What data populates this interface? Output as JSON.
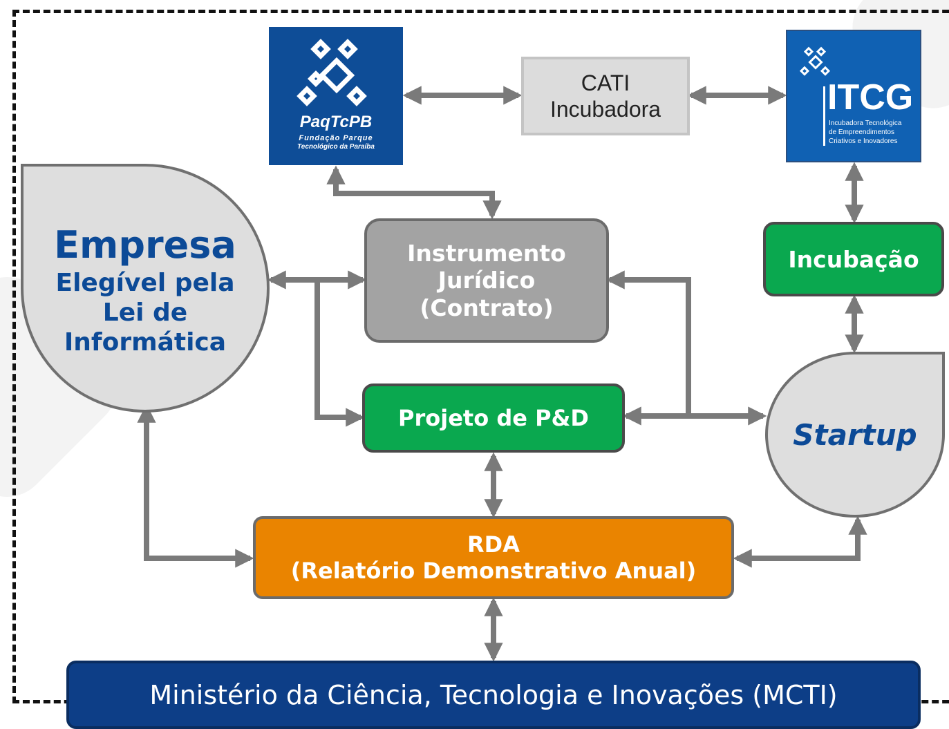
{
  "logos": {
    "paqtc": {
      "name": "PaqTcPB",
      "line1": "Fundação Parque",
      "line2": "Tecnológico da Paraíba"
    },
    "itcg": {
      "name": "ITCG",
      "line1": "Incubadora Tecnológica",
      "line2": "de Empreendimentos",
      "line3": "Criativos e Inovadores"
    }
  },
  "nodes": {
    "cati": {
      "line1": "CATI",
      "line2": "Incubadora"
    },
    "empresa": {
      "line1": "Empresa",
      "line2": "Elegível pela",
      "line3": "Lei de",
      "line4": "Informática"
    },
    "instrumento": {
      "line1": "Instrumento",
      "line2": "Jurídico",
      "line3": "(Contrato)"
    },
    "incubacao": {
      "label": "Incubação"
    },
    "projeto": {
      "label": "Projeto de P&D"
    },
    "startup": {
      "label": "Startup"
    },
    "rda": {
      "line1": "RDA",
      "line2": "(Relatório Demonstrativo Anual)"
    },
    "mcti": {
      "label": "Ministério da Ciência, Tecnologia e Inovações (MCTI)"
    }
  },
  "colors": {
    "arrow": "#7a7a7a",
    "green": "#0aa84f",
    "orange": "#ea8400",
    "gray": "#a3a3a3",
    "navy": "#0d3e87",
    "logo_blue": "#0e4d97",
    "title_blue": "#0c4a97"
  }
}
